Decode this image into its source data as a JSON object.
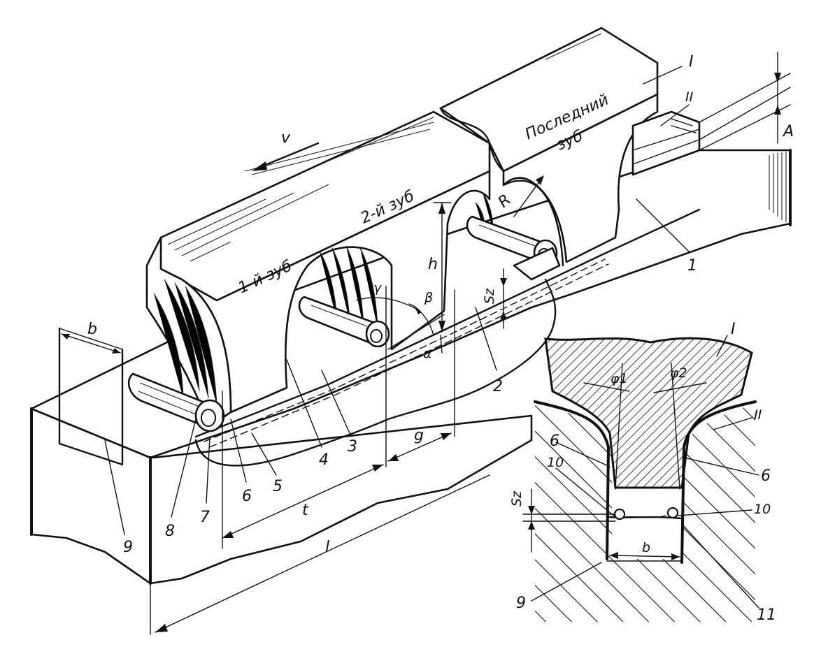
{
  "figure": {
    "teeth": {
      "first": "1-й зуб",
      "second": "2-й зуб",
      "last_line1": "Последний",
      "last_line2": "зуб"
    },
    "symbols": {
      "v": "v",
      "b_top": "b",
      "b_section": "b",
      "h": "h",
      "R": "R",
      "gamma": "γ",
      "beta": "β",
      "alpha": "α",
      "sz_main": "Sz",
      "sz_section": "Sz",
      "t": "t",
      "g": "g",
      "l": "l",
      "A": "A",
      "phi1": "φ1",
      "phi2": "φ2"
    },
    "numbers": {
      "n1": "1",
      "n2": "2",
      "n3": "3",
      "n4": "4",
      "n5": "5",
      "n6a": "6",
      "n7": "7",
      "n8": "8",
      "n9": "9",
      "sec_6_left": "6",
      "sec_6_right": "6",
      "sec_10_left": "10",
      "sec_10_right": "10",
      "sec_9": "9",
      "sec_11": "11"
    },
    "romans": {
      "I_top": "I",
      "II_top": "II",
      "I_section": "I",
      "II_section": "II"
    }
  }
}
